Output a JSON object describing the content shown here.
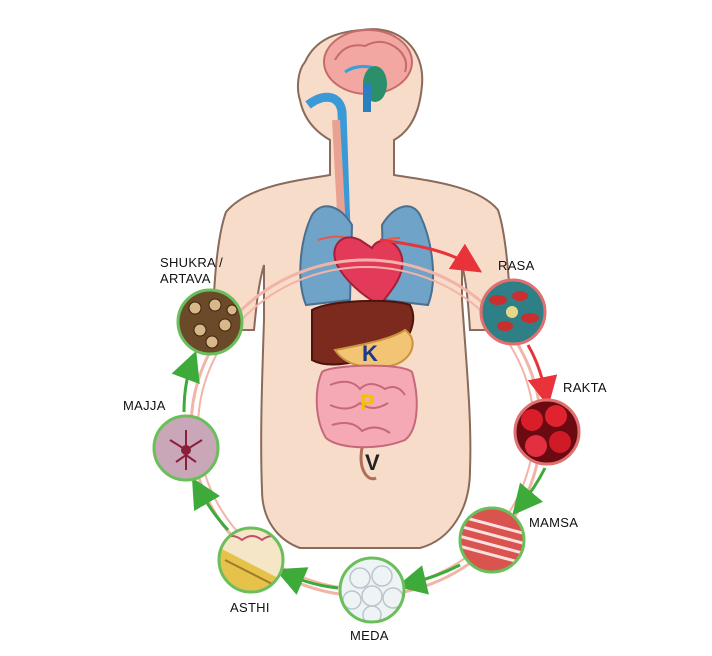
{
  "dhatus": [
    {
      "id": "rasa",
      "label": "RASA"
    },
    {
      "id": "rakta",
      "label": "RAKTA"
    },
    {
      "id": "mamsa",
      "label": "MAMSA"
    },
    {
      "id": "meda",
      "label": "MEDA"
    },
    {
      "id": "asthi",
      "label": "ASTHI"
    },
    {
      "id": "majja",
      "label": "MAJJA"
    },
    {
      "id": "shukra",
      "label": "SHUKRA /\nARTAVA"
    }
  ],
  "doshas": {
    "kapha": {
      "label": "K",
      "color": "#1b3a8a"
    },
    "pitta": {
      "label": "P",
      "color": "#f2c200"
    },
    "vata": {
      "label": "V",
      "color": "#222222"
    }
  },
  "colors": {
    "skin": "#f7dcc9",
    "skin_outline": "#8a6a5a",
    "arrow_red": "#e8333a",
    "arrow_green": "#3daa3a",
    "ring_red": "#f3b4a8",
    "ring_green": "#6abf5a"
  }
}
